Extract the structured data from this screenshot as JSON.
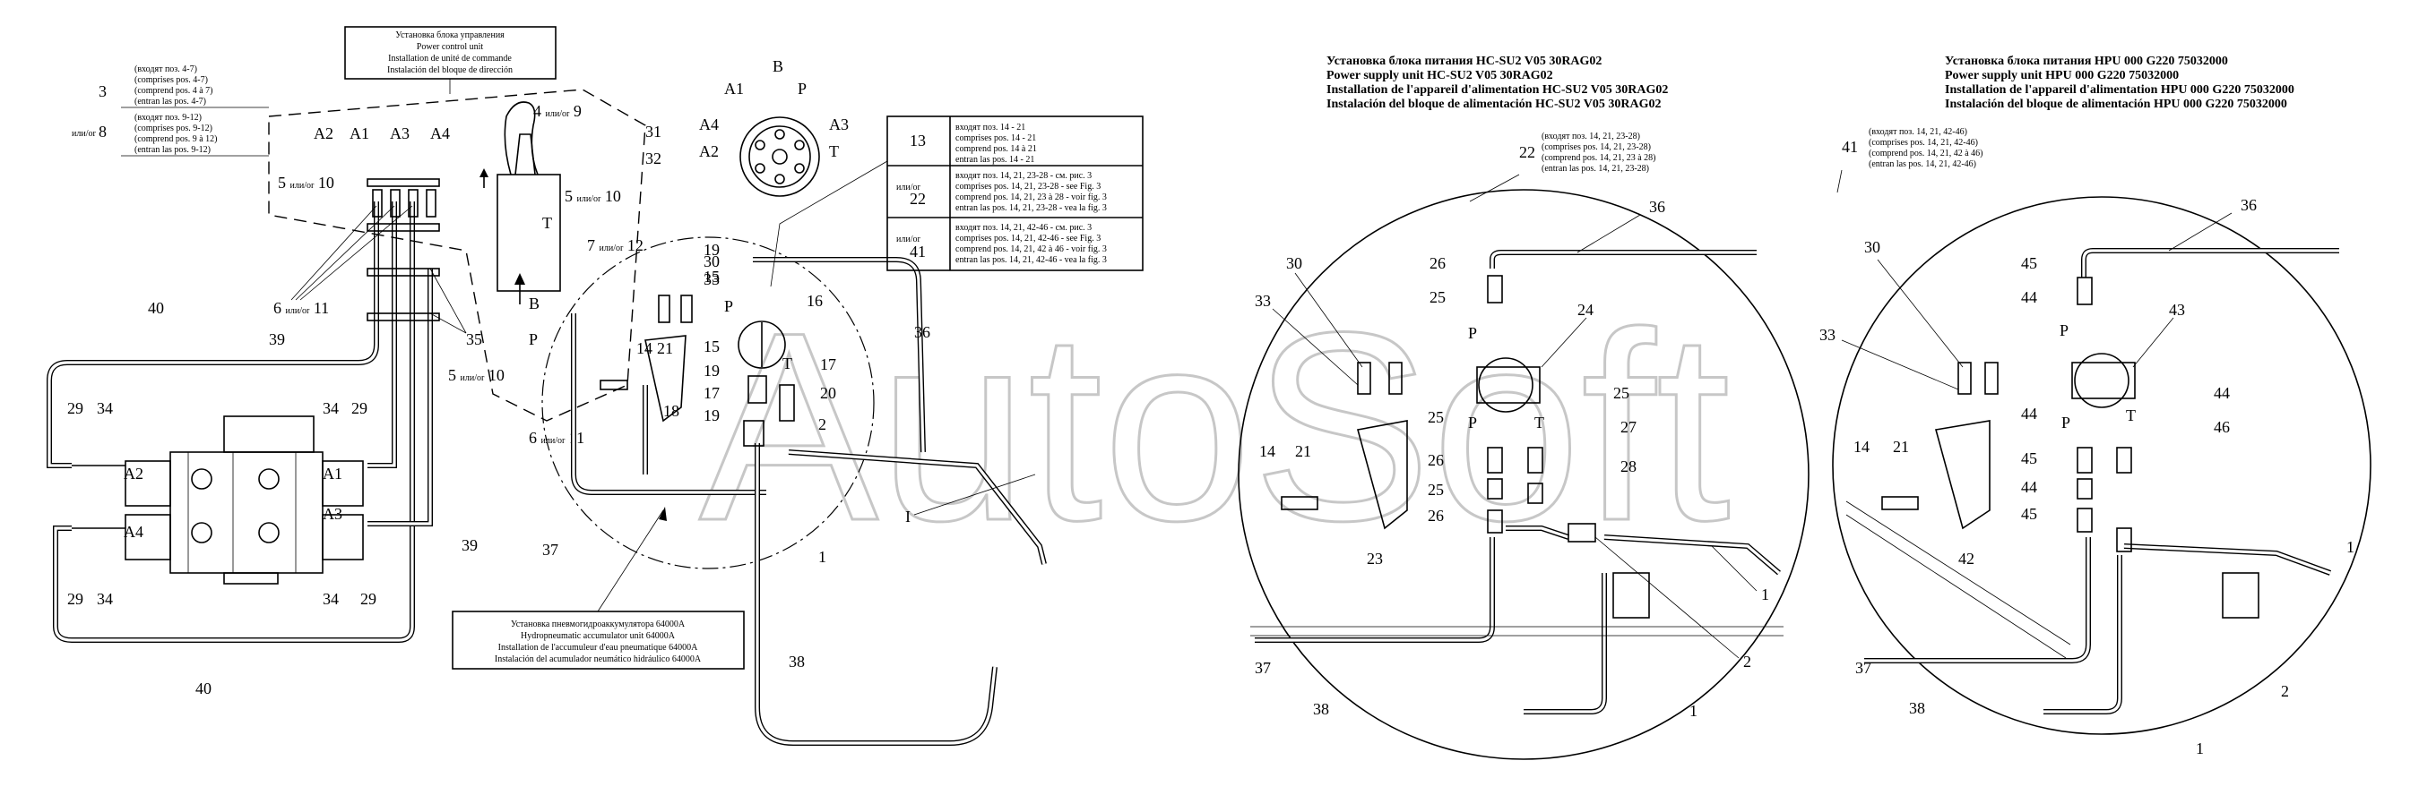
{
  "watermark": "AutoSoft",
  "captions": {
    "control_unit": [
      "Установка блока управления",
      "Power control unit",
      "Installation de unité de commande",
      "Instalación del bloque de dirección"
    ],
    "accumulator": [
      "Установка пневмогидроаккумулятора 64000A",
      "Hydropneumatic accumulator unit 64000A",
      "Installation de l'accumuleur d'eau pneumatique 64000A",
      "Instalación del acumulador neumático hidráulico 64000A"
    ],
    "hc_su2": [
      "Установка блока питания HC-SU2 V05 30RAG02",
      "Power supply unit HC-SU2 V05 30RAG02",
      "Installation de l'appareil d'alimentation HC-SU2 V05 30RAG02",
      "Instalación del bloque de alimentación HC-SU2 V05 30RAG02"
    ],
    "hpu": [
      "Установка блока питания HPU 000 G220 75032000",
      "Power supply unit HPU 000 G220 75032000",
      "Installation de l'appareil d'alimentation HPU 000 G220 75032000",
      "Instalación del bloque de alimentación HPU 000 G220 75032000"
    ]
  },
  "notes": {
    "n3": [
      "(входят поз. 4-7)",
      "(comprises pos. 4-7)",
      "(comprend pos. 4 à 7)",
      "(entran las pos. 4-7)"
    ],
    "n8": [
      "(входят поз. 9-12)",
      "(comprises pos. 9-12)",
      "(comprend pos. 9 à 12)",
      "(entran las pos. 9-12)"
    ],
    "n22": [
      "(входят поз. 14, 21, 23-28)",
      "(comprises pos. 14, 21, 23-28)",
      "(comprend pos. 14, 21, 23 à 28)",
      "(entran las pos. 14, 21, 23-28)"
    ],
    "n41": [
      "(входят поз. 14, 21, 42-46)",
      "(comprises pos. 14, 21, 42-46)",
      "(comprend pos. 14, 21, 42 à 46)",
      "(entran las pos. 14, 21, 42-46)"
    ],
    "ili": "или/or"
  },
  "table": {
    "rows": [
      {
        "num": "13",
        "lines": [
          "входят поз. 14 - 21",
          "comprises pos. 14 - 21",
          "comprend pos. 14 à 21",
          "entran las pos. 14 - 21"
        ]
      },
      {
        "num": "22",
        "lines": [
          "входят поз. 14, 21, 23-28 - см. рис. 3",
          "comprises pos. 14, 21, 23-28 - see Fig. 3",
          "comprend pos. 14, 21, 23 à 28 - voir fig. 3",
          "entran las pos. 14, 21, 23-28 - vea la fig. 3"
        ]
      },
      {
        "num": "41",
        "lines": [
          "входят поз. 14, 21, 42-46 - см. рис. 3",
          "comprises pos. 14, 21, 42-46 - see Fig. 3",
          "comprend pos. 14, 21, 42 à 46 - voir fig. 3",
          "entran las pos. 14, 21, 42-46 - vea la fig. 3"
        ]
      }
    ]
  },
  "view_b": {
    "title": "B",
    "ports": [
      "A1",
      "P",
      "A4",
      "A3",
      "A2",
      "T"
    ]
  },
  "letters": {
    "A1": "A1",
    "A2": "A2",
    "A3": "A3",
    "A4": "A4",
    "P": "P",
    "T": "T",
    "B": "B",
    "I": "I"
  }
}
